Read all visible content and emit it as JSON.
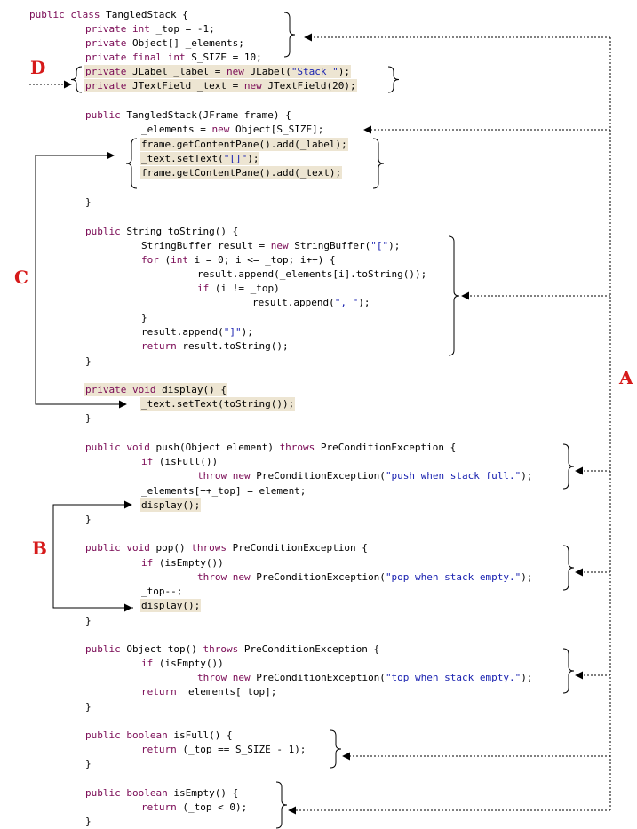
{
  "code_lines": [
    {
      "id": "l01",
      "segments": [
        [
          "k",
          "public class "
        ],
        [
          "t",
          "TangledStack {"
        ]
      ]
    },
    {
      "id": "l02",
      "segments": [
        [
          "k",
          "private int "
        ],
        [
          "t",
          "_top = -1;"
        ]
      ]
    },
    {
      "id": "l03",
      "segments": [
        [
          "k",
          "private "
        ],
        [
          "t",
          "Object[] _elements;"
        ]
      ]
    },
    {
      "id": "l04",
      "segments": [
        [
          "k",
          "private final int "
        ],
        [
          "t",
          "S_SIZE = 10;"
        ]
      ]
    },
    {
      "id": "l05",
      "segments": [
        [
          "k",
          "private "
        ],
        [
          "t",
          "JLabel _label = "
        ],
        [
          "k",
          "new "
        ],
        [
          "t",
          "JLabel("
        ],
        [
          "s",
          "\"Stack \""
        ],
        [
          "t",
          ");"
        ]
      ]
    },
    {
      "id": "l06",
      "segments": [
        [
          "k",
          "private "
        ],
        [
          "t",
          "JTextField _text = "
        ],
        [
          "k",
          "new "
        ],
        [
          "t",
          "JTextField(20);"
        ]
      ]
    },
    {
      "id": "l07",
      "segments": [
        [
          "k",
          "public "
        ],
        [
          "t",
          "TangledStack(JFrame frame) {"
        ]
      ]
    },
    {
      "id": "l08",
      "segments": [
        [
          "t",
          "_elements = "
        ],
        [
          "k",
          "new "
        ],
        [
          "t",
          "Object[S_SIZE];"
        ]
      ]
    },
    {
      "id": "l09",
      "segments": [
        [
          "t",
          "frame.getContentPane().add(_label);"
        ]
      ]
    },
    {
      "id": "l10",
      "segments": [
        [
          "t",
          "_text.setText("
        ],
        [
          "s",
          "\"[]\""
        ],
        [
          "t",
          ");"
        ]
      ]
    },
    {
      "id": "l11",
      "segments": [
        [
          "t",
          "frame.getContentPane().add(_text);"
        ]
      ]
    },
    {
      "id": "l12",
      "segments": [
        [
          "t",
          "}"
        ]
      ]
    },
    {
      "id": "l13",
      "segments": [
        [
          "k",
          "public "
        ],
        [
          "t",
          "String toString() {"
        ]
      ]
    },
    {
      "id": "l14",
      "segments": [
        [
          "t",
          "StringBuffer result = "
        ],
        [
          "k",
          "new "
        ],
        [
          "t",
          "StringBuffer("
        ],
        [
          "s",
          "\"[\""
        ],
        [
          "t",
          ");"
        ]
      ]
    },
    {
      "id": "l15",
      "segments": [
        [
          "k",
          "for "
        ],
        [
          "t",
          "("
        ],
        [
          "k",
          "int "
        ],
        [
          "t",
          "i = 0; i <= _top; i++) {"
        ]
      ]
    },
    {
      "id": "l16",
      "segments": [
        [
          "t",
          "result.append(_elements[i].toString());"
        ]
      ]
    },
    {
      "id": "l17",
      "segments": [
        [
          "k",
          "if "
        ],
        [
          "t",
          "(i != _top)"
        ]
      ]
    },
    {
      "id": "l18",
      "segments": [
        [
          "t",
          "result.append("
        ],
        [
          "s",
          "\", \""
        ],
        [
          "t",
          ");"
        ]
      ]
    },
    {
      "id": "l19",
      "segments": [
        [
          "t",
          "}"
        ]
      ]
    },
    {
      "id": "l20",
      "segments": [
        [
          "t",
          "result.append("
        ],
        [
          "s",
          "\"]\""
        ],
        [
          "t",
          ");"
        ]
      ]
    },
    {
      "id": "l21",
      "segments": [
        [
          "k",
          "return "
        ],
        [
          "t",
          "result.toString();"
        ]
      ]
    },
    {
      "id": "l22",
      "segments": [
        [
          "t",
          "}"
        ]
      ]
    },
    {
      "id": "l23",
      "segments": [
        [
          "k",
          "private void "
        ],
        [
          "t",
          "display() {"
        ]
      ]
    },
    {
      "id": "l24",
      "segments": [
        [
          "t",
          "_text.setText(toString());"
        ]
      ]
    },
    {
      "id": "l25",
      "segments": [
        [
          "t",
          "}"
        ]
      ]
    },
    {
      "id": "l26",
      "segments": [
        [
          "k",
          "public void "
        ],
        [
          "t",
          "push(Object element) "
        ],
        [
          "k",
          "throws "
        ],
        [
          "t",
          "PreConditionException {"
        ]
      ]
    },
    {
      "id": "l27",
      "segments": [
        [
          "k",
          "if "
        ],
        [
          "t",
          "(isFull())"
        ]
      ]
    },
    {
      "id": "l28",
      "segments": [
        [
          "k",
          "throw new "
        ],
        [
          "t",
          "PreConditionException("
        ],
        [
          "s",
          "\"push when stack full.\""
        ],
        [
          "t",
          ");"
        ]
      ]
    },
    {
      "id": "l29",
      "segments": [
        [
          "t",
          "_elements[++_top] = element;"
        ]
      ]
    },
    {
      "id": "l30",
      "segments": [
        [
          "t",
          "display();"
        ]
      ]
    },
    {
      "id": "l31",
      "segments": [
        [
          "t",
          "}"
        ]
      ]
    },
    {
      "id": "l32",
      "segments": [
        [
          "k",
          "public void "
        ],
        [
          "t",
          "pop() "
        ],
        [
          "k",
          "throws "
        ],
        [
          "t",
          "PreConditionException {"
        ]
      ]
    },
    {
      "id": "l33",
      "segments": [
        [
          "k",
          "if "
        ],
        [
          "t",
          "(isEmpty())"
        ]
      ]
    },
    {
      "id": "l34",
      "segments": [
        [
          "k",
          "throw new "
        ],
        [
          "t",
          "PreConditionException("
        ],
        [
          "s",
          "\"pop when stack empty.\""
        ],
        [
          "t",
          ");"
        ]
      ]
    },
    {
      "id": "l35",
      "segments": [
        [
          "t",
          "_top--;"
        ]
      ]
    },
    {
      "id": "l36",
      "segments": [
        [
          "t",
          "display();"
        ]
      ]
    },
    {
      "id": "l37",
      "segments": [
        [
          "t",
          "}"
        ]
      ]
    },
    {
      "id": "l38",
      "segments": [
        [
          "k",
          "public "
        ],
        [
          "t",
          "Object top() "
        ],
        [
          "k",
          "throws "
        ],
        [
          "t",
          "PreConditionException {"
        ]
      ]
    },
    {
      "id": "l39",
      "segments": [
        [
          "k",
          "if "
        ],
        [
          "t",
          "(isEmpty())"
        ]
      ]
    },
    {
      "id": "l40",
      "segments": [
        [
          "k",
          "throw new "
        ],
        [
          "t",
          "PreConditionException("
        ],
        [
          "s",
          "\"top when stack empty.\""
        ],
        [
          "t",
          ");"
        ]
      ]
    },
    {
      "id": "l41",
      "segments": [
        [
          "k",
          "return "
        ],
        [
          "t",
          "_elements[_top];"
        ]
      ]
    },
    {
      "id": "l42",
      "segments": [
        [
          "t",
          "}"
        ]
      ]
    },
    {
      "id": "l43",
      "segments": [
        [
          "k",
          "public boolean "
        ],
        [
          "t",
          "isFull() {"
        ]
      ]
    },
    {
      "id": "l44",
      "segments": [
        [
          "k",
          "return "
        ],
        [
          "t",
          "(_top == S_SIZE - 1);"
        ]
      ]
    },
    {
      "id": "l45",
      "segments": [
        [
          "t",
          "}"
        ]
      ]
    },
    {
      "id": "l46",
      "segments": [
        [
          "k",
          "public boolean "
        ],
        [
          "t",
          "isEmpty() {"
        ]
      ]
    },
    {
      "id": "l47",
      "segments": [
        [
          "k",
          "return "
        ],
        [
          "t",
          "(_top < 0);"
        ]
      ]
    },
    {
      "id": "l48",
      "segments": [
        [
          "t",
          "}"
        ]
      ]
    }
  ],
  "labels": {
    "A": "A",
    "B": "B",
    "C": "C",
    "D": "D"
  },
  "colors": {
    "keyword": "#7a0a55",
    "string": "#1a22b0",
    "text": "#000000",
    "highlight": "#ede5d2",
    "label": "#d61a1a",
    "connector": "#000000"
  }
}
